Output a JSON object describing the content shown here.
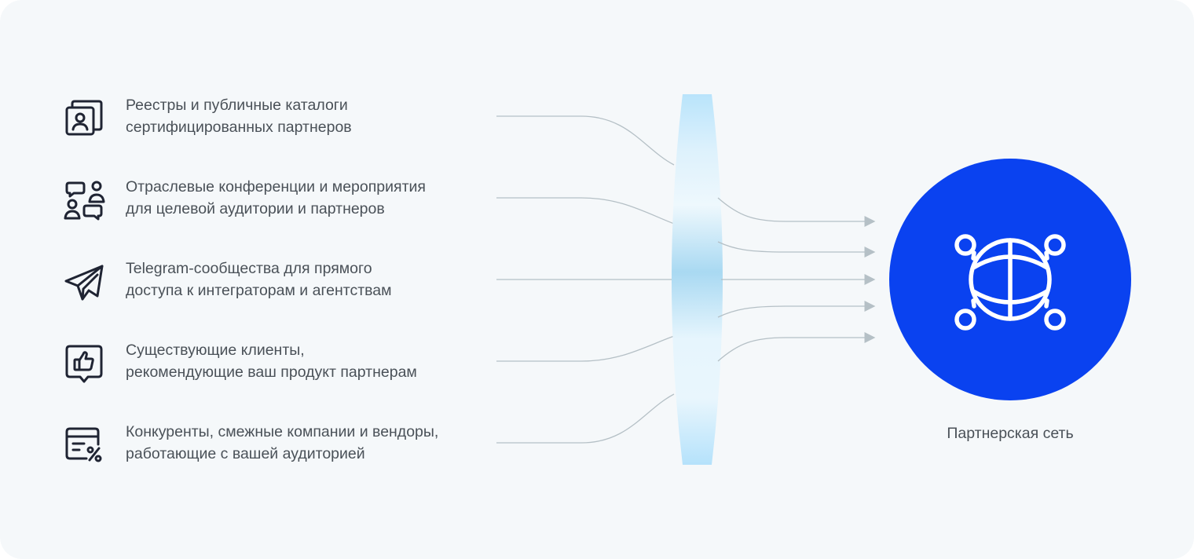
{
  "sources": [
    {
      "icon": "contact-card-stack-icon",
      "line1": "Реестры и публичные каталоги",
      "line2": "сертифицированных партнеров"
    },
    {
      "icon": "people-chat-icon",
      "line1": "Отраслевые конференции и мероприятия",
      "line2": "для целевой аудитории и партнеров"
    },
    {
      "icon": "telegram-icon",
      "line1": "Telegram-сообщества для прямого",
      "line2": "доступа к интеграторам и агентствам"
    },
    {
      "icon": "thumbs-up-icon",
      "line1": "Существующие клиенты,",
      "line2": "рекомендующие ваш продукт партнерам"
    },
    {
      "icon": "discount-card-icon",
      "line1": "Конкуренты, смежные компании и вендоры,",
      "line2": "работающие с вашей аудиторией"
    }
  ],
  "target": {
    "icon": "globe-network-icon",
    "label": "Партнерская сеть"
  },
  "colors": {
    "background": "#f5f8fa",
    "text": "#4a5158",
    "icon": "#1f2433",
    "connector": "#b5c0c6",
    "lens": "#bfe6fb",
    "target_circle": "#0a42f0",
    "target_icon": "#ffffff"
  }
}
